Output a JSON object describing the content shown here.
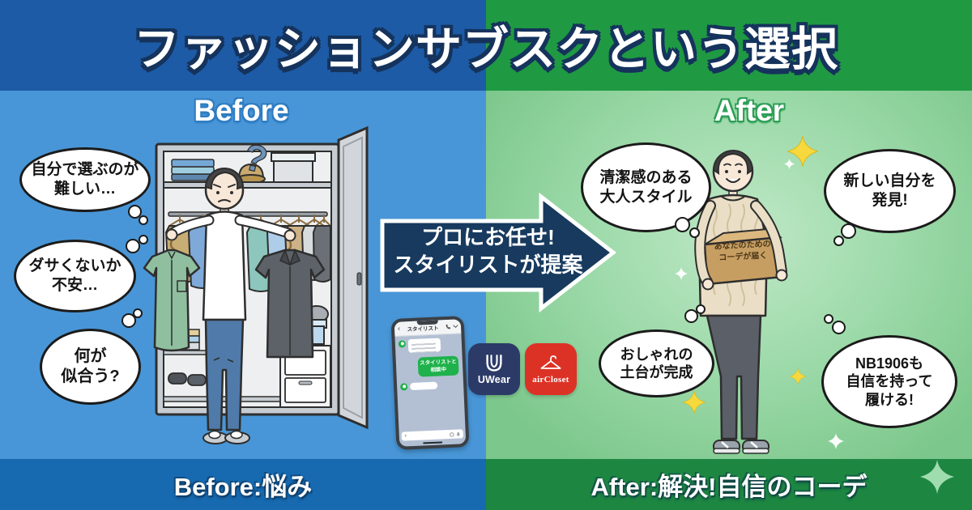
{
  "title": "ファッションサブスクという選択",
  "before": {
    "label": "Before",
    "footer": "Before:悩み",
    "question_mark": "?",
    "bubbles": [
      "自分で選ぶのが\n難しい…",
      "ダサくないか\n不安…",
      "何が\n似合う?"
    ]
  },
  "after": {
    "label": "After",
    "footer": "After:解決!自信のコーデ",
    "box_label": "あなたのための\nコーデが届く",
    "bubbles": [
      "清潔感のある\n大人スタイル",
      "新しい自分を\n発見!",
      "おしゃれの\n土台が完成",
      "NB1906も\n自信を持って\n履ける!"
    ]
  },
  "arrow": {
    "text": "プロにお任せ!\nスタイリストが提案"
  },
  "phone": {
    "header_title": "スタイリスト",
    "sent_message": "スタイリストと\n相談中",
    "plus_icon": "+"
  },
  "apps": {
    "uwear": "UWear",
    "aircloset": "airCloset"
  },
  "icons": {
    "back": "‹",
    "uwear_logo": "double-line-U",
    "aircloset_logo": "hanger",
    "sparkle": "4-point-star"
  },
  "colors": {
    "before_banner": "#1d5ba6",
    "after_banner": "#1f9a42",
    "before_bg": "#4896d7",
    "after_bg": "#8ed09c",
    "before_footer": "#176ab0",
    "after_footer": "#1d8742",
    "arrow_navy": "#173a5e",
    "line_green": "#1fb24c",
    "uwear_navy": "#2c3a68",
    "aircloset_red": "#dc3226"
  }
}
